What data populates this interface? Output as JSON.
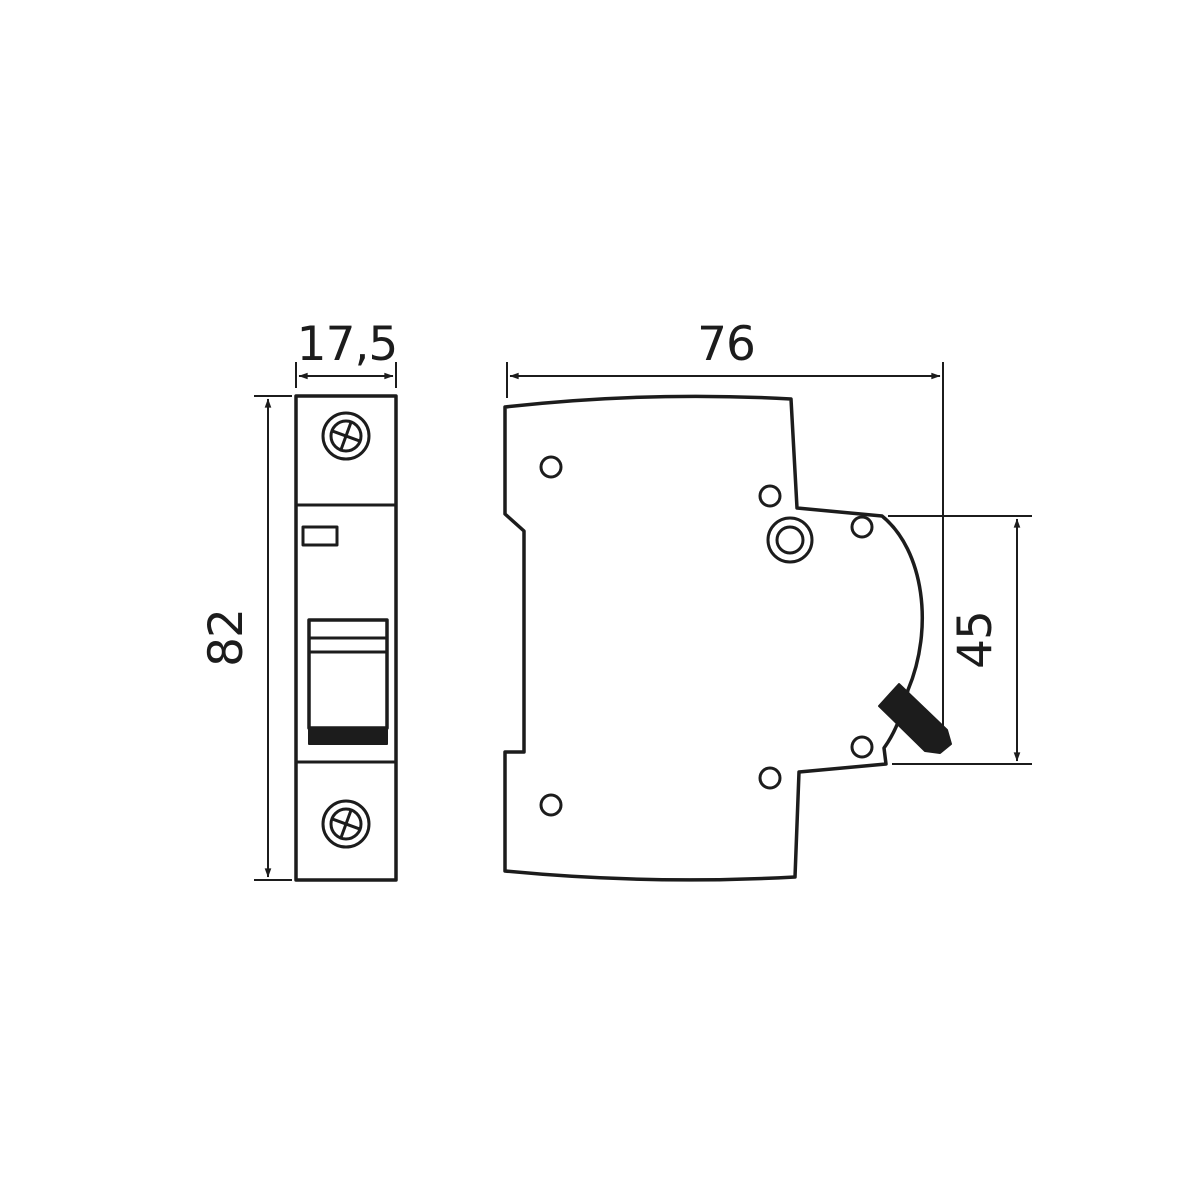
{
  "drawing": {
    "type": "technical-dimension-drawing",
    "subject": "single-pole modular circuit breaker, front view and side view",
    "colors": {
      "line": "#1c1c1c",
      "background": "#ffffff"
    },
    "front_view": {
      "width_dim": "17,5",
      "height_dim": "82"
    },
    "side_view": {
      "width_dim": "76",
      "height_dim": "45"
    }
  }
}
